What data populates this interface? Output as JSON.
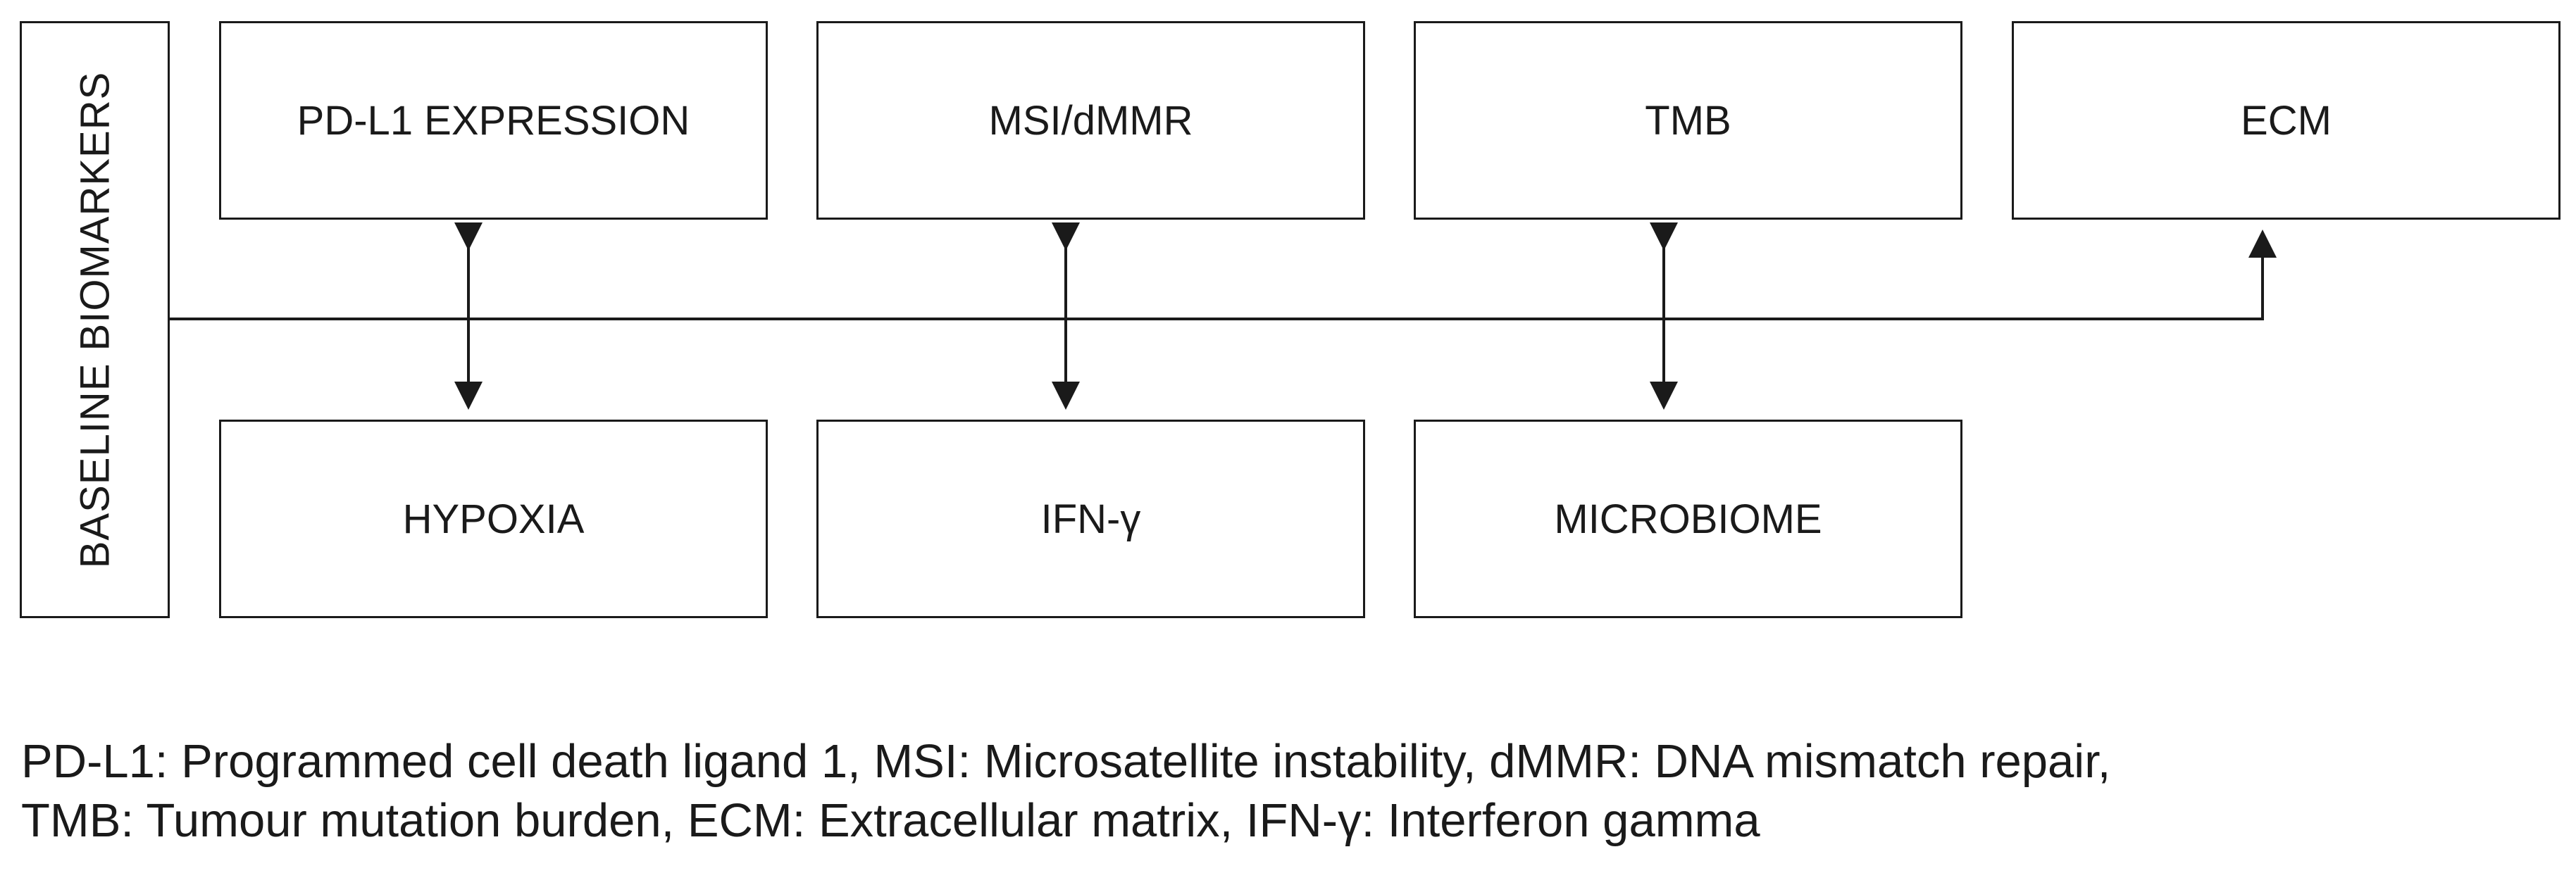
{
  "diagram": {
    "side_label": "BASELINE BIOMARKERS",
    "top_row": [
      {
        "label": "PD-L1 EXPRESSION"
      },
      {
        "label": "MSI/dMMR"
      },
      {
        "label": "TMB"
      },
      {
        "label": "ECM"
      }
    ],
    "bottom_row": [
      {
        "label": "HYPOXIA"
      },
      {
        "label": "IFN-γ"
      },
      {
        "label": "MICROBIOME"
      }
    ],
    "connections": [
      {
        "from": "PD-L1 EXPRESSION",
        "to": "HYPOXIA",
        "type": "bidirectional"
      },
      {
        "from": "MSI/dMMR",
        "to": "IFN-γ",
        "type": "bidirectional"
      },
      {
        "from": "TMB",
        "to": "MICROBIOME",
        "type": "bidirectional"
      },
      {
        "from": "BASELINE BIOMARKERS",
        "to": "ECM",
        "type": "arrow"
      }
    ]
  },
  "legend": {
    "line1": "PD-L1: Programmed cell death ligand 1, MSI: Microsatellite instability, dMMR: DNA mismatch repair,",
    "line2": "TMB: Tumour mutation burden, ECM: Extracellular matrix, IFN-γ: Interferon gamma"
  },
  "colors": {
    "stroke": "#1a1a1a",
    "background": "#ffffff"
  }
}
